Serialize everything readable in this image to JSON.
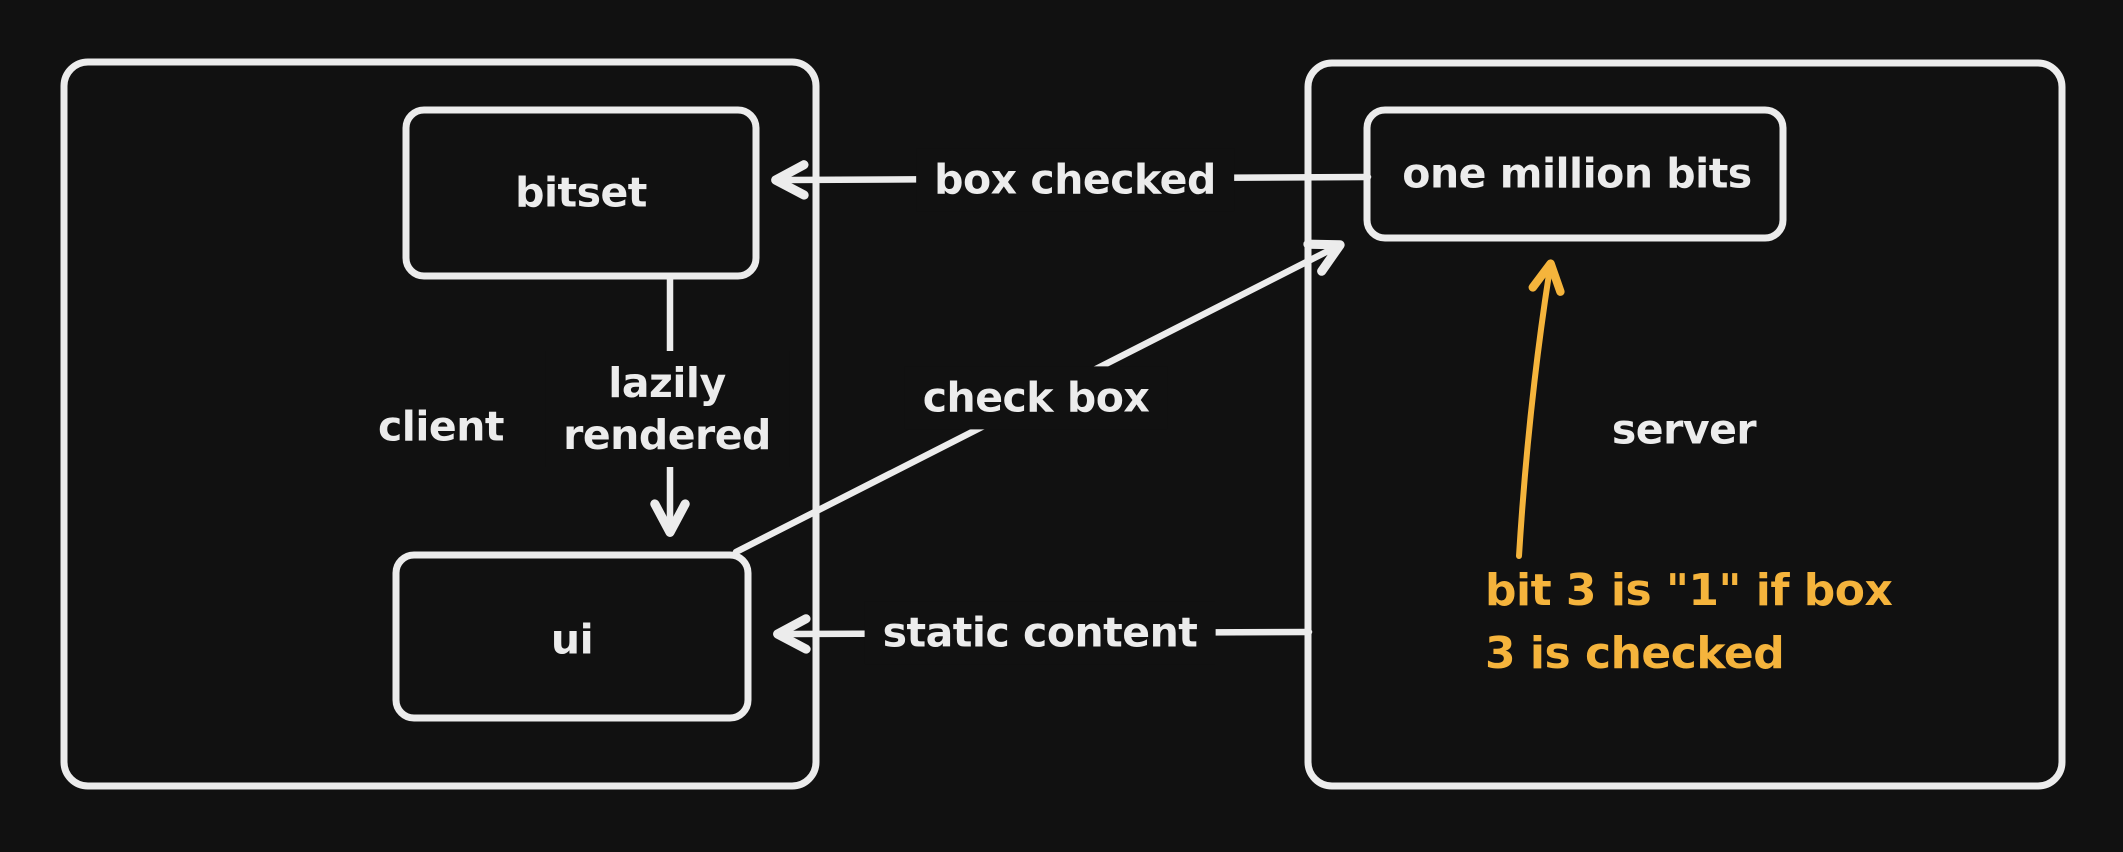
{
  "colors": {
    "background": "#111111",
    "ink": "#ececec",
    "accent": "#f5b43c"
  },
  "client": {
    "label": "client",
    "nodes": {
      "bitset": "bitset",
      "ui": "ui"
    }
  },
  "server": {
    "label": "server",
    "nodes": {
      "one_million_bits": "one million bits"
    }
  },
  "arrows": {
    "box_checked": "box checked",
    "check_box": "check box",
    "static_content": "static content",
    "lazily_rendered": {
      "line1": "lazily",
      "line2": "rendered"
    }
  },
  "annotation": {
    "line1": "bit 3 is \"1\" if box",
    "line2": "3 is checked"
  }
}
